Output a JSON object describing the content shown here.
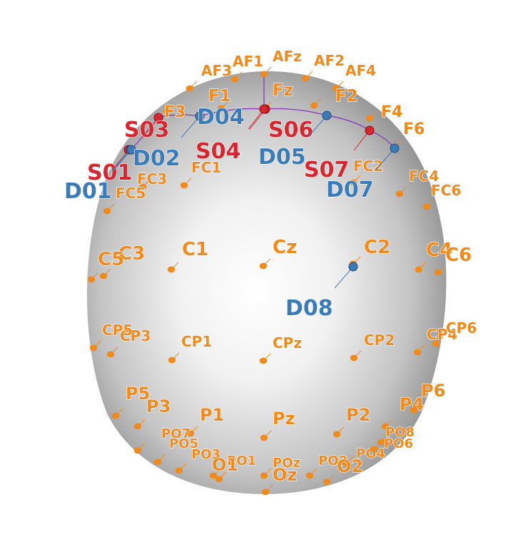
{
  "colors": {
    "electrode": "#f08a1c",
    "source": "#d62630",
    "detector": "#3a7bb8",
    "channel_line": "#8a3fbf",
    "head_light": "#ffffff",
    "head_dark": "#7a7a7a"
  },
  "electrodes": [
    {
      "id": "AF1",
      "label": "AF1"
    },
    {
      "id": "AFz",
      "label": "AFz"
    },
    {
      "id": "AF2",
      "label": "AF2"
    },
    {
      "id": "AF3",
      "label": "AF3"
    },
    {
      "id": "AF4",
      "label": "AF4"
    },
    {
      "id": "F1",
      "label": "F1"
    },
    {
      "id": "Fz",
      "label": "Fz"
    },
    {
      "id": "F2",
      "label": "F2"
    },
    {
      "id": "F3",
      "label": "F3"
    },
    {
      "id": "F4",
      "label": "F4"
    },
    {
      "id": "F6",
      "label": "F6"
    },
    {
      "id": "FC1",
      "label": "FC1"
    },
    {
      "id": "FC2",
      "label": "FC2"
    },
    {
      "id": "FC3",
      "label": "FC3"
    },
    {
      "id": "FC4",
      "label": "FC4"
    },
    {
      "id": "FC5",
      "label": "FC5"
    },
    {
      "id": "FC6",
      "label": "FC6"
    },
    {
      "id": "C1",
      "label": "C1"
    },
    {
      "id": "Cz",
      "label": "Cz"
    },
    {
      "id": "C2",
      "label": "C2"
    },
    {
      "id": "C3",
      "label": "C3"
    },
    {
      "id": "C4",
      "label": "C4"
    },
    {
      "id": "C5",
      "label": "C5"
    },
    {
      "id": "C6",
      "label": "C6"
    },
    {
      "id": "CP1",
      "label": "CP1"
    },
    {
      "id": "CPz",
      "label": "CPz"
    },
    {
      "id": "CP2",
      "label": "CP2"
    },
    {
      "id": "CP3",
      "label": "CP3"
    },
    {
      "id": "CP4",
      "label": "CP4"
    },
    {
      "id": "CP5",
      "label": "CP5"
    },
    {
      "id": "CP6",
      "label": "CP6"
    },
    {
      "id": "P1",
      "label": "P1"
    },
    {
      "id": "Pz",
      "label": "Pz"
    },
    {
      "id": "P2",
      "label": "P2"
    },
    {
      "id": "P3",
      "label": "P3"
    },
    {
      "id": "P4",
      "label": "P4"
    },
    {
      "id": "P5",
      "label": "P5"
    },
    {
      "id": "P6",
      "label": "P6"
    },
    {
      "id": "PO1",
      "label": "PO1"
    },
    {
      "id": "POz",
      "label": "POz"
    },
    {
      "id": "PO2",
      "label": "PO2"
    },
    {
      "id": "PO3",
      "label": "PO3"
    },
    {
      "id": "PO4",
      "label": "PO4"
    },
    {
      "id": "PO5",
      "label": "PO5"
    },
    {
      "id": "PO6",
      "label": "PO6"
    },
    {
      "id": "PO7",
      "label": "PO7"
    },
    {
      "id": "PO8",
      "label": "PO8"
    },
    {
      "id": "O1",
      "label": "O1"
    },
    {
      "id": "Oz",
      "label": "Oz"
    },
    {
      "id": "O2",
      "label": "O2"
    }
  ],
  "sources": [
    {
      "id": "S01",
      "label": "S01"
    },
    {
      "id": "S03",
      "label": "S03"
    },
    {
      "id": "S04",
      "label": "S04"
    },
    {
      "id": "S06",
      "label": "S06"
    },
    {
      "id": "S07",
      "label": "S07"
    }
  ],
  "detectors": [
    {
      "id": "D01",
      "label": "D01"
    },
    {
      "id": "D02",
      "label": "D02"
    },
    {
      "id": "D04",
      "label": "D04"
    },
    {
      "id": "D05",
      "label": "D05"
    },
    {
      "id": "D07",
      "label": "D07"
    },
    {
      "id": "D08",
      "label": "D08"
    }
  ]
}
